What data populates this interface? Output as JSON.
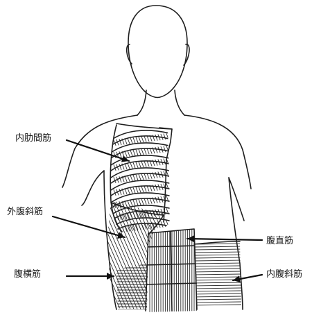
{
  "labels": {
    "internal_intercostal": "内肋間筋",
    "external_oblique": "外腹斜筋",
    "transversus_abdominis": "腹横筋",
    "rectus_abdominis": "腹直筋",
    "internal_oblique": "内腹斜筋"
  },
  "colors": {
    "ink": "#1e1e1e",
    "background": "#ffffff"
  }
}
